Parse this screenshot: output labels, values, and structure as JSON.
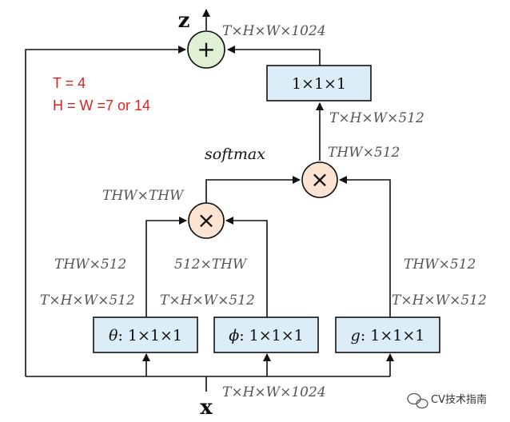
{
  "notes": {
    "line1": "T = 4",
    "line2": "H = W =7 or 14"
  },
  "variables": {
    "input": "x",
    "output": "z"
  },
  "boxes": {
    "theta": {
      "sym": "θ",
      "rest": ": 1×1×1"
    },
    "phi": {
      "sym": "ϕ",
      "rest": ": 1×1×1"
    },
    "g": {
      "sym": "g",
      "rest": ": 1×1×1"
    },
    "out": "1×1×1"
  },
  "operators": {
    "add": "+",
    "multiply": "×"
  },
  "labels": {
    "input_dim": "T×H×W×1024",
    "output_dim": "T×H×W×1024",
    "theta_dim": "T×H×W×512",
    "theta_reshape": "THW×512",
    "phi_dim": "T×H×W×512",
    "phi_reshape": "512×THW",
    "g_dim": "T×H×W×512",
    "g_reshape": "THW×512",
    "affinity": "THW×THW",
    "softmax": "softmax",
    "product": "THW×512",
    "out_dim": "T×H×W×512"
  },
  "watermark": {
    "text": "CV技术指南"
  },
  "colors": {
    "box_fill": "#dcedf7",
    "add_fill": "#dff0d4",
    "mult_fill": "#fde4d2",
    "note": "#e02020",
    "line": "#111111"
  }
}
